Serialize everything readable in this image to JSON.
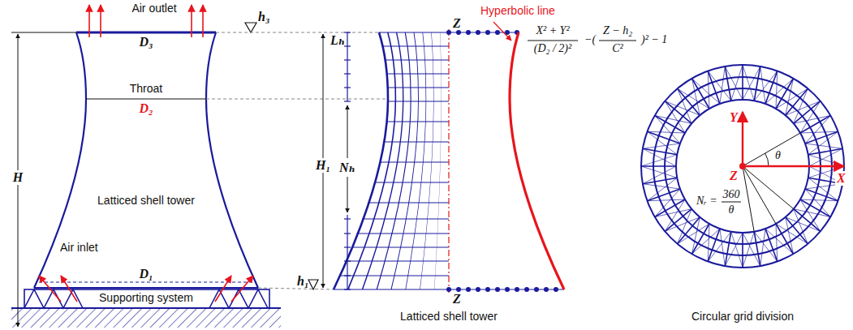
{
  "diagram": {
    "labels": [
      "Air outlet",
      "D₃",
      "h₃",
      "Throat",
      "D₂",
      "H",
      "Latticed shell tower",
      "Air inlet",
      "D₁",
      "Supporting system",
      "h₁",
      "Lₕ",
      "H₁",
      "Nₕ",
      "Z",
      "Z",
      "Hyperbolic line",
      "X² + Y²",
      "(D₂ / 2)²",
      "−(",
      "Z − h₂",
      "C²",
      ")² − 1",
      "Latticed shell tower",
      "Y",
      "X",
      "Z",
      "θ",
      "Nᵣ =",
      "360",
      "θ",
      "Circular grid division"
    ]
  }
}
